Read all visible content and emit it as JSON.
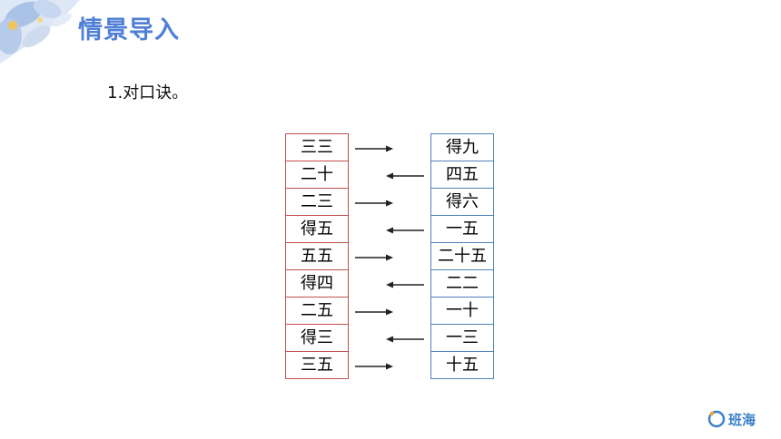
{
  "header": {
    "title": "情景导入"
  },
  "content": {
    "instruction": "1.对口诀。",
    "left_items": [
      "三三",
      "二十",
      "二三",
      "得五",
      "五五",
      "得四",
      "二五",
      "得三",
      "三五"
    ],
    "right_items": [
      "得九",
      "四五",
      "得六",
      "一五",
      "二十五",
      "二二",
      "一十",
      "一三",
      "十五"
    ],
    "arrow_directions": [
      "right",
      "left",
      "right",
      "left",
      "right",
      "left",
      "right",
      "left",
      "right"
    ]
  },
  "logo": {
    "text": "班海"
  },
  "colors": {
    "title": "#4f7fd6",
    "left_border": "#c0504d",
    "right_border": "#4f81bd",
    "arrow": "#222222"
  }
}
